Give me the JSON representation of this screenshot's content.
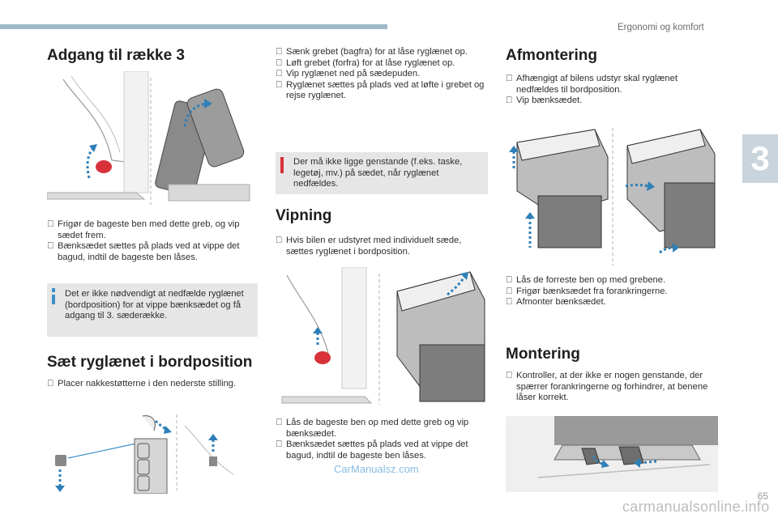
{
  "header": {
    "section_title": "Ergonomi og komfort",
    "chapter_number": "3"
  },
  "col1": {
    "title": "Adgang til række 3",
    "steps": [
      "Frigør de bageste ben med dette greb, og vip sædet frem.",
      "Bænksædet sættes på plads ved at vippe det bagud, indtil de bageste ben låses."
    ],
    "info_note": "Det er ikke nødvendigt at nedfælde ryglænet (bordposition) for at vippe bænksædet og få adgang til 3. sæderække.",
    "title2": "Sæt ryglænet i bordposition",
    "steps2": [
      "Placer nakkestøtterne i den nederste stilling."
    ]
  },
  "col2": {
    "steps": [
      "Sænk grebet (bagfra) for at låse ryglænet op.",
      "Løft grebet (forfra) for at låse ryglænet op.",
      "Vip ryglænet ned på sædepuden.",
      "Ryglænet sættes på plads ved at løfte i grebet og rejse ryglænet."
    ],
    "warning_note": "Der må ikke ligge genstande (f.eks. taske, legetøj, mv.) på sædet, når ryglænet nedfældes.",
    "title": "Vipning",
    "steps2": [
      "Hvis bilen er udstyret med individuelt sæde, sættes ryglænet i bordposition."
    ],
    "steps3": [
      "Lås de bageste ben op med dette greb og vip bænksædet.",
      "Bænksædet sættes på plads ved at vippe det bagud, indtil de bageste ben låses."
    ]
  },
  "col3": {
    "title": "Afmontering",
    "steps": [
      "Afhængigt af bilens udstyr skal ryglænet nedfældes til bordposition.",
      "Vip bænksædet."
    ],
    "steps2": [
      "Lås de forreste ben op med grebene.",
      "Frigør bænksædet fra forankringerne.",
      "Afmonter bænksædet."
    ],
    "title2": "Montering",
    "steps3": [
      "Kontroller, at der ikke er nogen genstande, der spærrer forankringerne og forhindrer, at benene låser korrekt."
    ]
  },
  "bullet_marker": "",
  "footer": {
    "page_number": "65",
    "watermark": "CarManualsz.com",
    "site": "carmanualsonline.info"
  },
  "colors": {
    "accent_blue": "#3f8fc9",
    "arrow_blue": "#2e7fb8",
    "red_lever": "#d8313a",
    "note_bg": "#e6e6e6"
  }
}
